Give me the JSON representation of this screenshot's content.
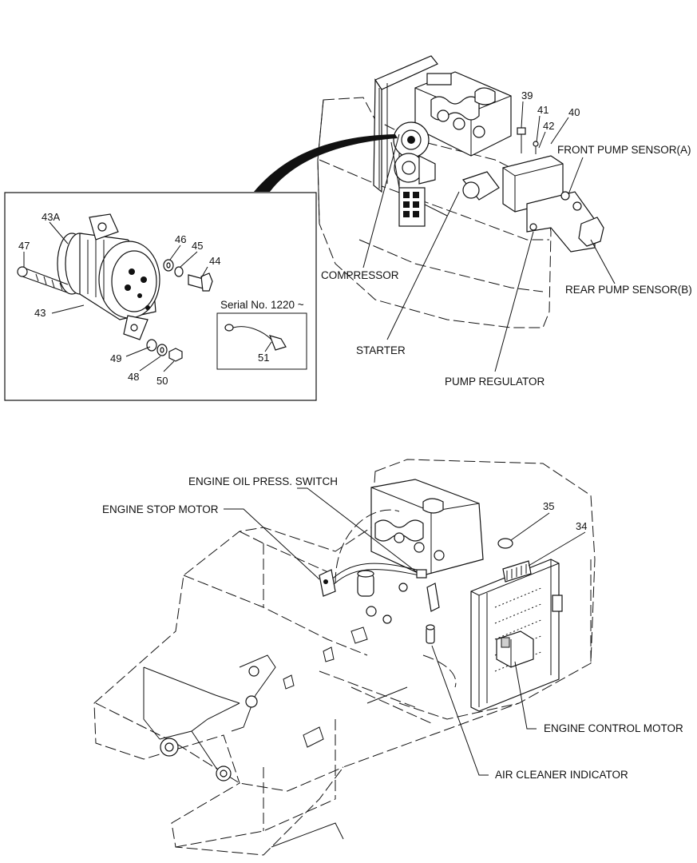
{
  "callouts": {
    "c39": "39",
    "c41": "41",
    "c42": "42",
    "c40": "40",
    "c43A": "43A",
    "c47": "47",
    "c46": "46",
    "c45": "45",
    "c44": "44",
    "c43": "43",
    "c49": "49",
    "c48": "48",
    "c50": "50",
    "c51": "51",
    "c35": "35",
    "c34": "34"
  },
  "labels": {
    "front_pump_sensor": "FRONT PUMP SENSOR(A)",
    "rear_pump_sensor": "REAR PUMP SENSOR(B)",
    "compressor": "COMPRESSOR",
    "starter": "STARTER",
    "pump_regulator": "PUMP REGULATOR",
    "serial_no": "Serial No. 1220 ~",
    "engine_oil_press_switch": "ENGINE OIL PRESS. SWITCH",
    "engine_stop_motor": "ENGINE STOP MOTOR",
    "engine_control_motor": "ENGINE CONTROL MOTOR",
    "air_cleaner_indicator": "AIR CLEANER INDICATOR"
  }
}
